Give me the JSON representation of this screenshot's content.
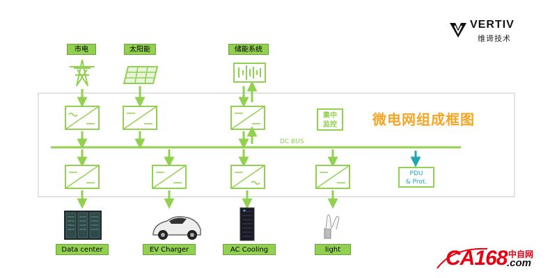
{
  "brand": {
    "vertiv_name": "VERTIV",
    "vertiv_cn": "维谛技术",
    "ca168_logo": "CA168",
    "ca168_cn": "中自网",
    "ca168_domain": ".com"
  },
  "diagram": {
    "title": "微电网组成框图",
    "bus_label": "DC BUS",
    "sources": [
      {
        "label": "市电",
        "icon": "power-tower-icon"
      },
      {
        "label": "太阳能",
        "icon": "solar-panel-icon"
      },
      {
        "label": "储能系统",
        "icon": "battery-icon"
      }
    ],
    "monitor_line1": "集中",
    "monitor_line2": "监控",
    "pdu_line1": "PDU",
    "pdu_line2": "& Prot.",
    "loads": [
      {
        "label": "Data center",
        "icon": "server-racks-icon"
      },
      {
        "label": "EV Charger",
        "icon": "sports-car-icon"
      },
      {
        "label": "AC Cooling",
        "icon": "cooling-cabinet-icon"
      },
      {
        "label": "light",
        "icon": "light-bulb-icon"
      }
    ]
  },
  "colors": {
    "line_green": "#92d050",
    "label_fill": "#92d050",
    "title_orange": "#f5a524",
    "pdu_arrow": "#21a6b5",
    "brand_red": "#e60012"
  }
}
